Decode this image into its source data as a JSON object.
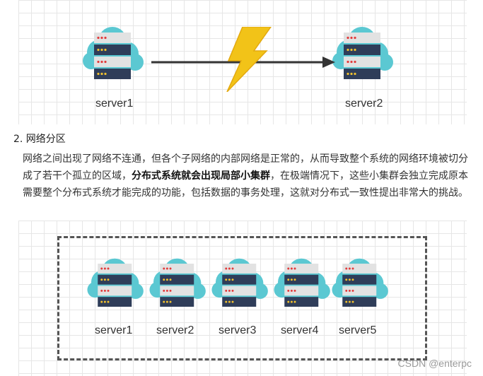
{
  "figure1": {
    "servers": [
      "server1",
      "server2"
    ]
  },
  "section": {
    "heading": "2. 网络分区",
    "para_part1": "网络之间出现了网络不连通，但各个子网络的内部网络是正常的，从而导致整个系统的网络环境被切分成了若干个孤立的区域，",
    "para_bold": "分布式系统就会出现局部小集群",
    "para_part2": "，在极端情况下，这些小集群会独立完成原本需要整个分布式系统才能完成的功能，包括数据的事务处理，这就对分布式一致性提出非常大的挑战。"
  },
  "figure2": {
    "servers": [
      "server1",
      "server2",
      "server3",
      "server4",
      "server5"
    ]
  },
  "watermark": "CSDN @enterpc",
  "colors": {
    "cloud": "#5bc8d2",
    "server_light": "#e2e2e2",
    "server_dark": "#2f3d59",
    "led_red": "#e23b3b",
    "led_yellow": "#f2c12e",
    "bolt": "#f2c318",
    "arrow": "#333333"
  }
}
